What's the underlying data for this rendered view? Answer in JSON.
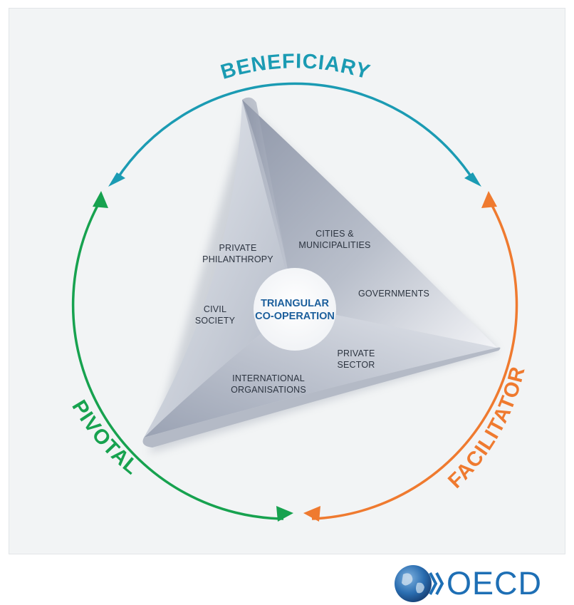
{
  "diagram": {
    "center_label_lines": [
      "TRIANGULAR",
      "CO-OPERATION"
    ],
    "roles": [
      {
        "key": "beneficiary",
        "label": "BENEFICIARY",
        "color": "#1b9bb3"
      },
      {
        "key": "facilitator",
        "label": "FACILITATOR",
        "color": "#ef7a2f"
      },
      {
        "key": "pivotal",
        "label": "PIVOTAL",
        "color": "#17a24f"
      }
    ],
    "actors": [
      {
        "key": "private-philanthropy",
        "lines": [
          "PRIVATE",
          "PHILANTHROPY"
        ]
      },
      {
        "key": "cities-municipalities",
        "lines": [
          "CITIES &",
          "MUNICIPALITIES"
        ]
      },
      {
        "key": "governments",
        "lines": [
          "GOVERNMENTS"
        ]
      },
      {
        "key": "civil-society",
        "lines": [
          "CIVIL",
          "SOCIETY"
        ]
      },
      {
        "key": "private-sector",
        "lines": [
          "PRIVATE",
          "SECTOR"
        ]
      },
      {
        "key": "international-organisations",
        "lines": [
          "INTERNATIONAL",
          "ORGANISATIONS"
        ]
      }
    ]
  },
  "footer": {
    "logo_text": "OECD",
    "logo_color": "#1e6fb5"
  }
}
